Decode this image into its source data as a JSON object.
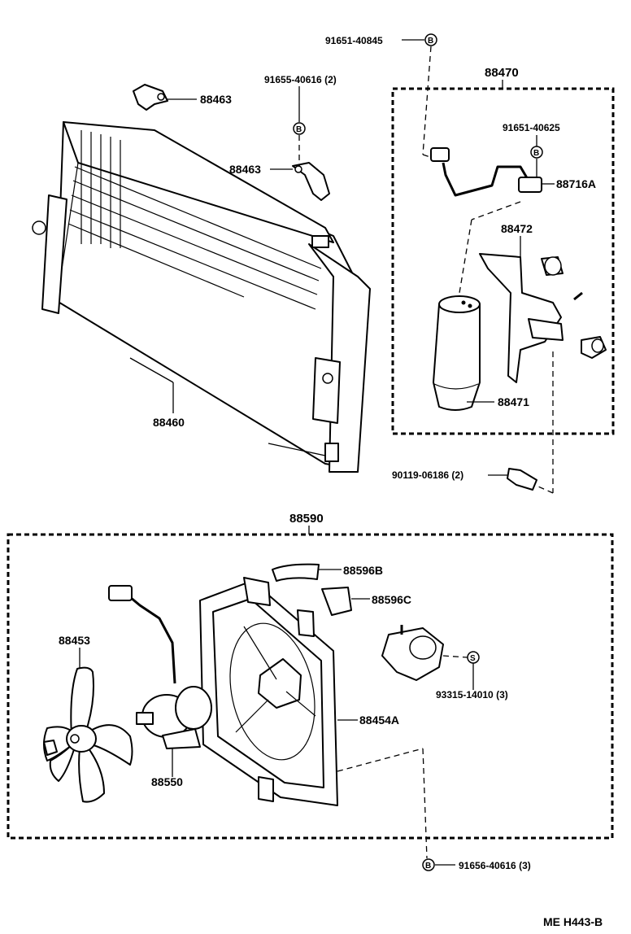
{
  "labels": {
    "bolt_top": "91651-40845",
    "bolt_pair": "91655-40616 (2)",
    "bracket_upper": "88463",
    "bracket_lower": "88463",
    "condenser": "88460",
    "receiver_group": "88470",
    "bolt_receiver": "91651-40625",
    "pressure_switch": "88716A",
    "receiver_bracket": "88472",
    "receiver": "88471",
    "bolt_pair2": "90119-06186 (2)",
    "fan_group": "88590",
    "cover_b": "88596B",
    "cover_c": "88596C",
    "fan": "88453",
    "shroud": "88454A",
    "screw": "93315-14010 (3)",
    "motor": "88550",
    "bolt_bottom": "91656-40616 (3)",
    "doc_code": "ME  H443-B"
  },
  "markers": {
    "b": "B",
    "s": "S"
  }
}
